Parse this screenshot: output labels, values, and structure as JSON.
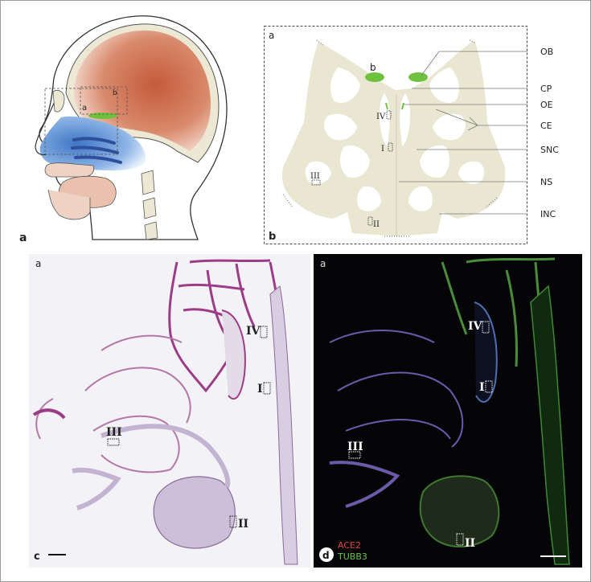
{
  "panel_a": {
    "letter": "a",
    "box_labels": [
      "a",
      "b"
    ]
  },
  "panel_b": {
    "letter": "b",
    "corner": "a",
    "inner_label": "b",
    "structures": [
      "OB",
      "CP",
      "OE",
      "CE",
      "SNC",
      "NS",
      "INC"
    ],
    "regions": [
      "IV",
      "I",
      "III",
      "II"
    ]
  },
  "panel_c": {
    "letter": "c",
    "corner": "a",
    "regions": [
      "IV",
      "I",
      "III",
      "II"
    ]
  },
  "panel_d": {
    "letter": "d",
    "corner": "a",
    "regions": [
      "IV",
      "I",
      "III",
      "II"
    ],
    "legend": [
      {
        "text": "ACE2",
        "color": "#e0413a"
      },
      {
        "text": "TUBB3",
        "color": "#6cc04a"
      }
    ]
  }
}
